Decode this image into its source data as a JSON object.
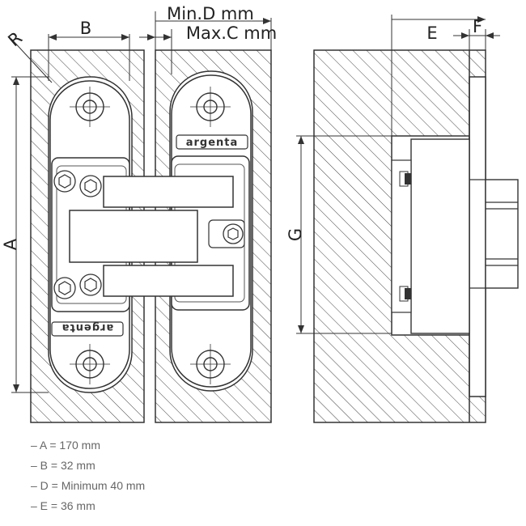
{
  "dimension_labels": {
    "b": "B",
    "r": "R",
    "a": "A",
    "min_d": "Min.D mm",
    "max_c": "Max.C mm",
    "e": "E",
    "f": "F",
    "g": "G"
  },
  "brand": {
    "top": "argenta",
    "bottom": "argenta"
  },
  "specs": [
    "– A = 170 mm",
    "– B = 32 mm",
    "– D = Minimum 40 mm",
    "– E = 36 mm"
  ]
}
